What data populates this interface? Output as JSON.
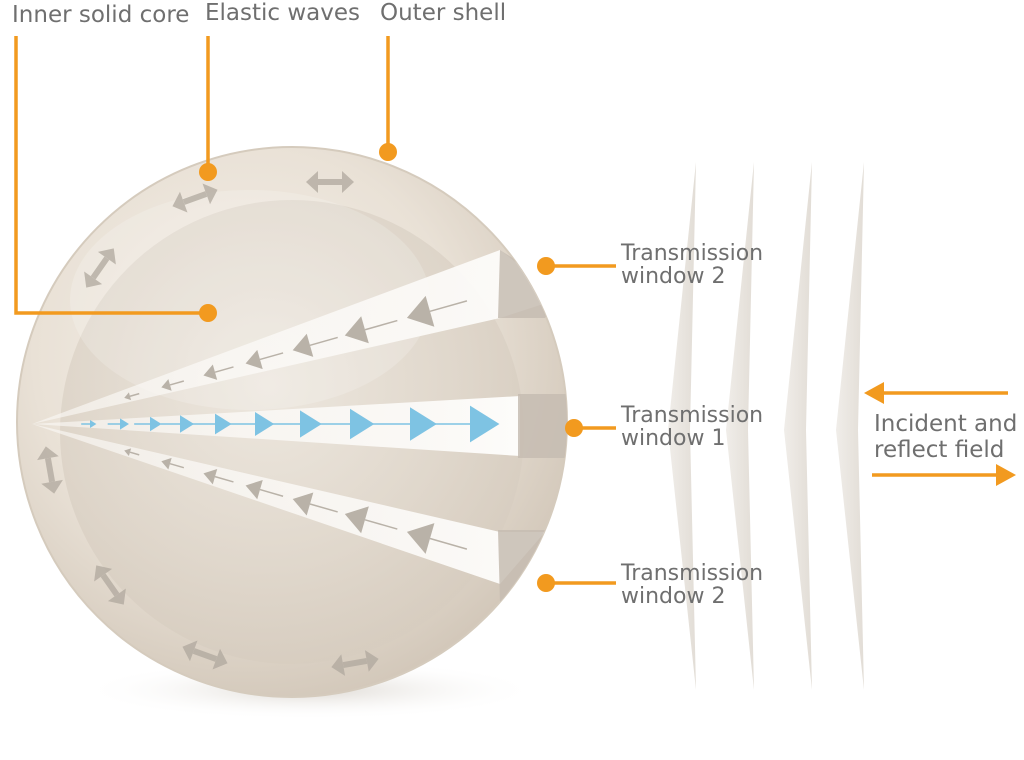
{
  "labels": {
    "inner_core": "Inner solid core",
    "elastic_waves": "Elastic waves",
    "outer_shell": "Outer shell",
    "tw2_top_line1": "Transmission",
    "tw2_top_line2": "window 2",
    "tw1_line1": "Transmission",
    "tw1_line2": "window 1",
    "tw2_bottom_line1": "Transmission",
    "tw2_bottom_line2": "window 2",
    "incident_line1": "Incident and",
    "incident_line2": "reflect field"
  },
  "colors": {
    "accent": "#f29a1f",
    "text": "#6f6f6f",
    "sphere_light": "#f2ece4",
    "sphere_dark": "#c9bfb2",
    "wave_blue": "#7ec3e3",
    "wave_gray": "#b9b2a8"
  },
  "icons": {
    "wavefront": "chevron-wavefront-icon",
    "wave_arrow": "double-headed-arrow-icon"
  }
}
